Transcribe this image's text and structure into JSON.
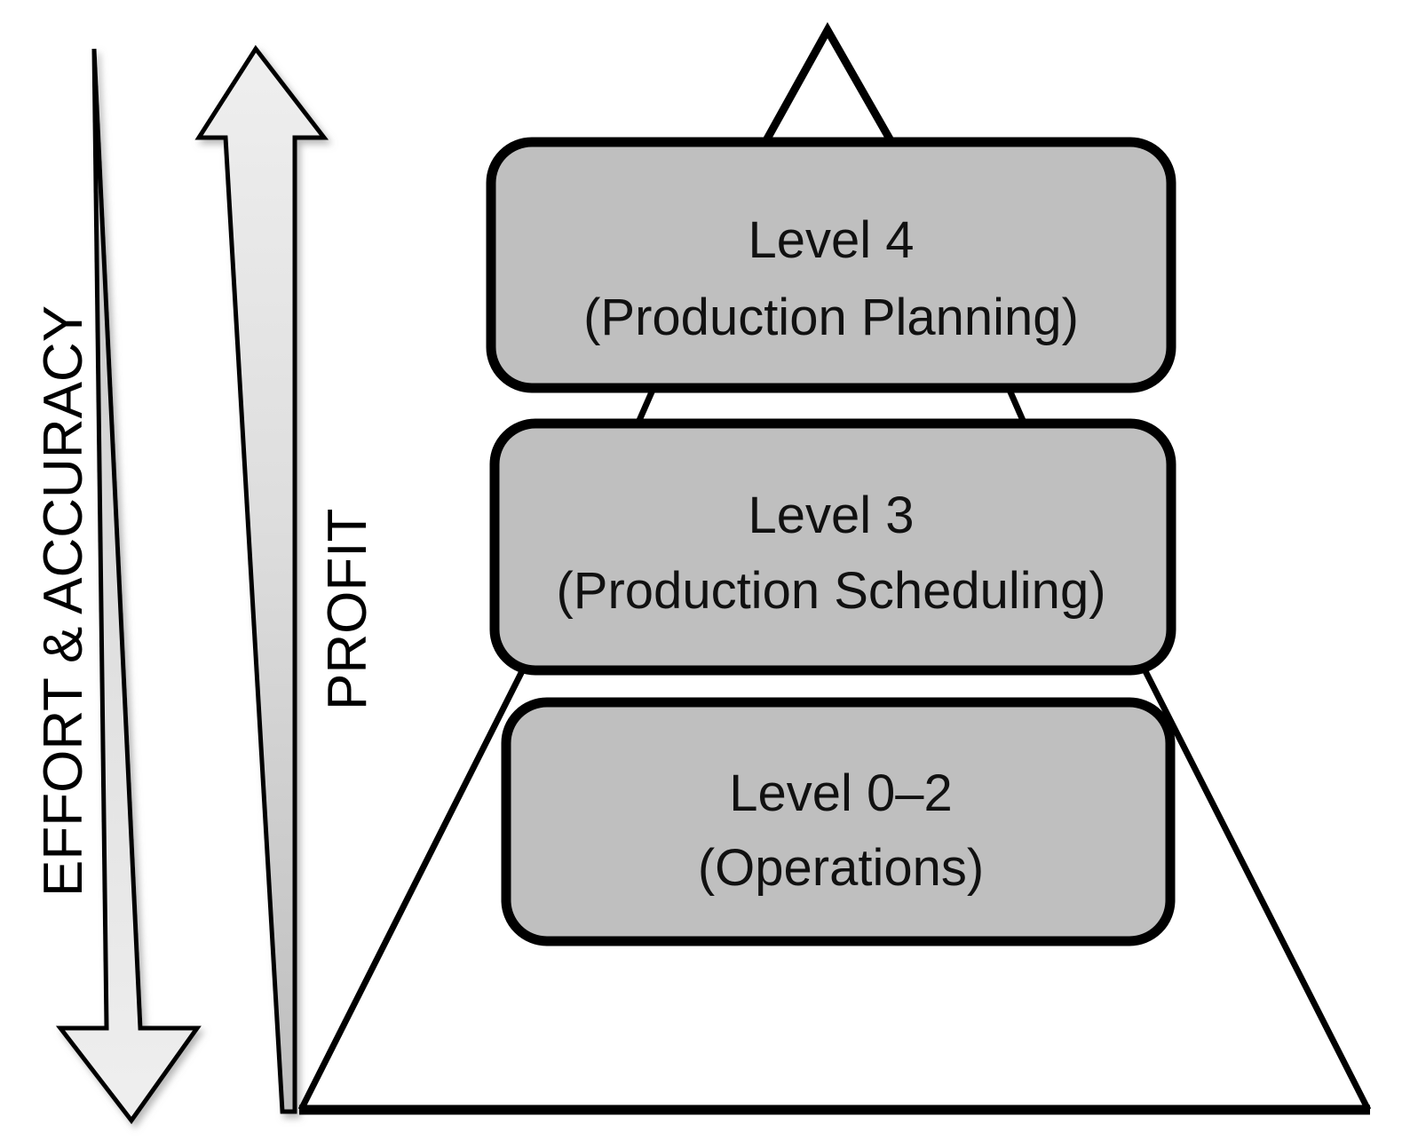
{
  "diagram": {
    "title": "Production control hierarchy pyramid",
    "background_color": "#FFFFFF",
    "box_fill_color": "#BFBFBF",
    "box_stroke_color": "#000000",
    "arrow_fill_light": "#EAEAEA",
    "arrow_fill_dark": "#C2C2C2"
  },
  "axes": {
    "left_arrow": {
      "label": "EFFORT & ACCURACY",
      "direction": "down",
      "orientation": "vertical-rotated"
    },
    "right_arrow": {
      "label": "PROFIT",
      "direction": "up",
      "orientation": "vertical-rotated"
    }
  },
  "pyramid": {
    "apex": {
      "name": "apex-triangle",
      "label": ""
    },
    "levels": [
      {
        "id": "level-4",
        "line1": "Level 4",
        "line2": "(Production Planning)"
      },
      {
        "id": "level-3",
        "line1": "Level 3",
        "line2": "(Production Scheduling)"
      },
      {
        "id": "level-0-2",
        "line1": "Level 0–2",
        "line2": "(Operations)"
      }
    ]
  }
}
